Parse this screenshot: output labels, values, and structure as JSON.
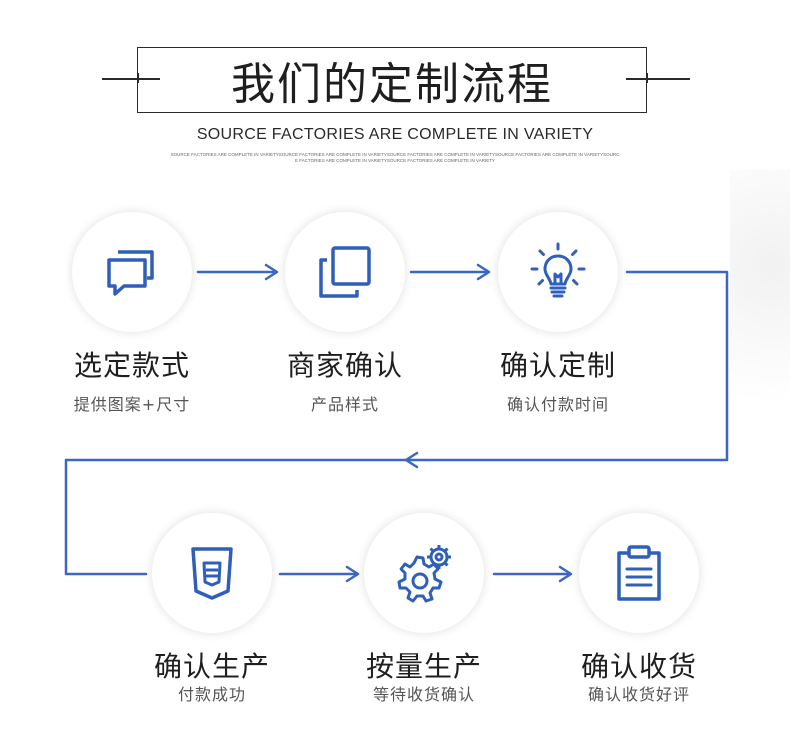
{
  "header": {
    "title": "我们的定制流程",
    "subtitle": "SOURCE FACTORIES ARE COMPLETE IN VARIETY",
    "tiny_line_1": "SOURCE FACTORIES ARE COMPLETE IN VARIETYSOURCE FACTORIES ARE COMPLETE IN VARIETYSOURCE FACTORIES ARE COMPLETE IN VARIETYSOURCE FACTORIES ARE COMPLETE IN VARIETYSOURC",
    "tiny_line_2": "E FACTORIES ARE COMPLETE IN VARIETYSOURCE FACTORIES ARE COMPLETE IN VARIETY"
  },
  "colors": {
    "accent": "#2f5fb8",
    "line": "#3a67c4",
    "dark": "#2a2a2a"
  },
  "steps": [
    {
      "title": "选定款式",
      "sub": "提供图案+尺寸",
      "icon": "chat-bubbles-icon"
    },
    {
      "title": "商家确认",
      "sub": "产品样式",
      "icon": "copy-squares-icon"
    },
    {
      "title": "确认定制",
      "sub": "确认付款时间",
      "icon": "light-bulb-icon"
    },
    {
      "title": "确认生产",
      "sub": "付款成功",
      "icon": "shield-badge-icon"
    },
    {
      "title": "按量生产",
      "sub": "等待收货确认",
      "icon": "gears-icon"
    },
    {
      "title": "确认收货",
      "sub": "确认收货好评",
      "icon": "clipboard-icon"
    }
  ]
}
